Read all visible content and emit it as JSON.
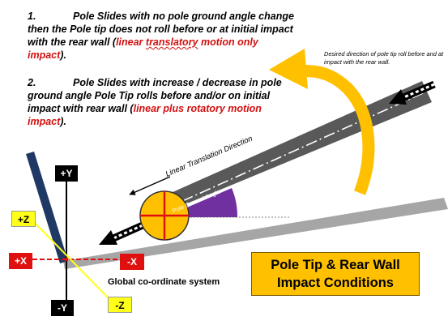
{
  "notes": {
    "item1": {
      "number": "1.",
      "text": "Pole Slides with no  pole ground angle change then the Pole tip does not roll before or at initial impact  with the rear wall (",
      "highlight_a": "linear",
      "gap": " ",
      "highlight_b": "translatory",
      "highlight_c": " motion  only impact",
      "tail": ")."
    },
    "item2": {
      "number": "2.",
      "text": "Pole Slides with increase / decrease in pole ground angle Pole Tip rolls before and/or on initial impact with rear wall (",
      "highlight": "linear plus rotatory motion impact",
      "tail": ")."
    }
  },
  "annotations": {
    "roll_direction": "Desired direction of pole tip roll before and at impact with the rear wall.",
    "translation_direction": "Linear Translation Direction",
    "pole_ground_angle": "Pole Ground Angle",
    "global_cs": "Global co-ordinate system"
  },
  "axes": {
    "pos_y": "+Y",
    "neg_y": "-Y",
    "pos_x": "+X",
    "neg_x": "-X",
    "pos_z": "+Z",
    "neg_z": "-Z"
  },
  "title_box": {
    "line1": "Pole Tip & Rear Wall",
    "line2": "Impact Conditions"
  },
  "colors": {
    "ground": "#a6a6a6",
    "wall": "#1f3864",
    "pole": "#595959",
    "arc_arrow": "#ffc000",
    "tip_circle": "#ffc000",
    "angle_sector": "#7030a0",
    "red_text": "#d21010",
    "title_box": "#ffc000"
  }
}
